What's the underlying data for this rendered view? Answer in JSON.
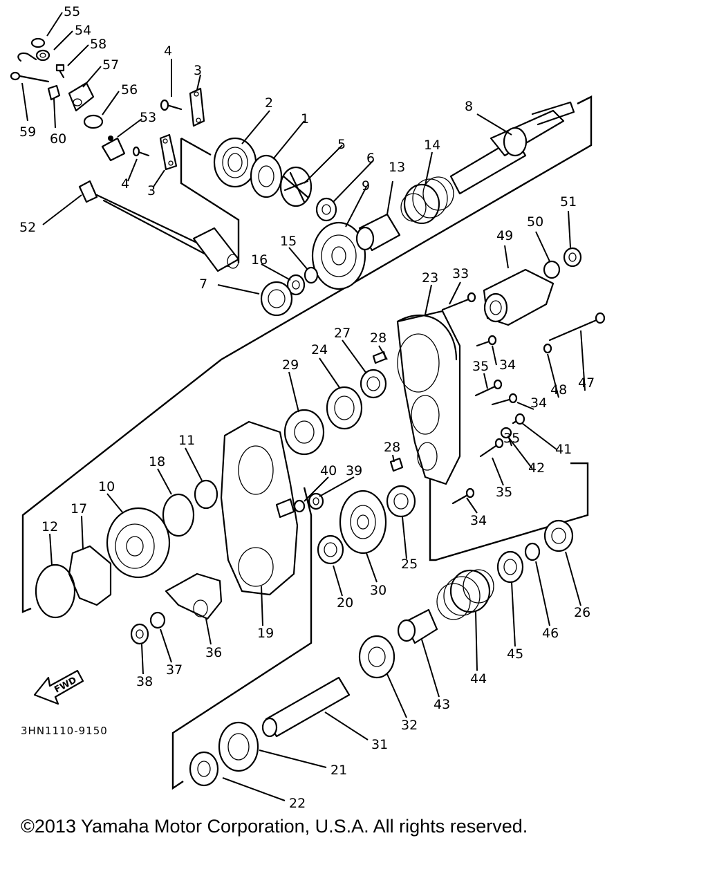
{
  "drawing_code": "3HN1110-9150",
  "fwd_label": "FWD",
  "copyright": "©2013 Yamaha Motor Corporation, U.S.A. All rights reserved.",
  "callouts": [
    {
      "n": "55"
    },
    {
      "n": "54"
    },
    {
      "n": "58"
    },
    {
      "n": "57"
    },
    {
      "n": "56"
    },
    {
      "n": "59"
    },
    {
      "n": "60"
    },
    {
      "n": "4"
    },
    {
      "n": "3"
    },
    {
      "n": "53"
    },
    {
      "n": "4"
    },
    {
      "n": "3"
    },
    {
      "n": "52"
    },
    {
      "n": "2"
    },
    {
      "n": "1"
    },
    {
      "n": "5"
    },
    {
      "n": "6"
    },
    {
      "n": "13"
    },
    {
      "n": "14"
    },
    {
      "n": "8"
    },
    {
      "n": "9"
    },
    {
      "n": "15"
    },
    {
      "n": "16"
    },
    {
      "n": "7"
    },
    {
      "n": "51"
    },
    {
      "n": "50"
    },
    {
      "n": "49"
    },
    {
      "n": "33"
    },
    {
      "n": "23"
    },
    {
      "n": "27"
    },
    {
      "n": "28"
    },
    {
      "n": "24"
    },
    {
      "n": "29"
    },
    {
      "n": "34"
    },
    {
      "n": "35"
    },
    {
      "n": "48"
    },
    {
      "n": "47"
    },
    {
      "n": "35"
    },
    {
      "n": "34"
    },
    {
      "n": "28"
    },
    {
      "n": "41"
    },
    {
      "n": "42"
    },
    {
      "n": "35"
    },
    {
      "n": "11"
    },
    {
      "n": "18"
    },
    {
      "n": "40"
    },
    {
      "n": "39"
    },
    {
      "n": "10"
    },
    {
      "n": "17"
    },
    {
      "n": "12"
    },
    {
      "n": "34"
    },
    {
      "n": "25"
    },
    {
      "n": "20"
    },
    {
      "n": "30"
    },
    {
      "n": "19"
    },
    {
      "n": "36"
    },
    {
      "n": "37"
    },
    {
      "n": "38"
    },
    {
      "n": "26"
    },
    {
      "n": "46"
    },
    {
      "n": "45"
    },
    {
      "n": "44"
    },
    {
      "n": "43"
    },
    {
      "n": "32"
    },
    {
      "n": "31"
    },
    {
      "n": "21"
    },
    {
      "n": "22"
    }
  ]
}
